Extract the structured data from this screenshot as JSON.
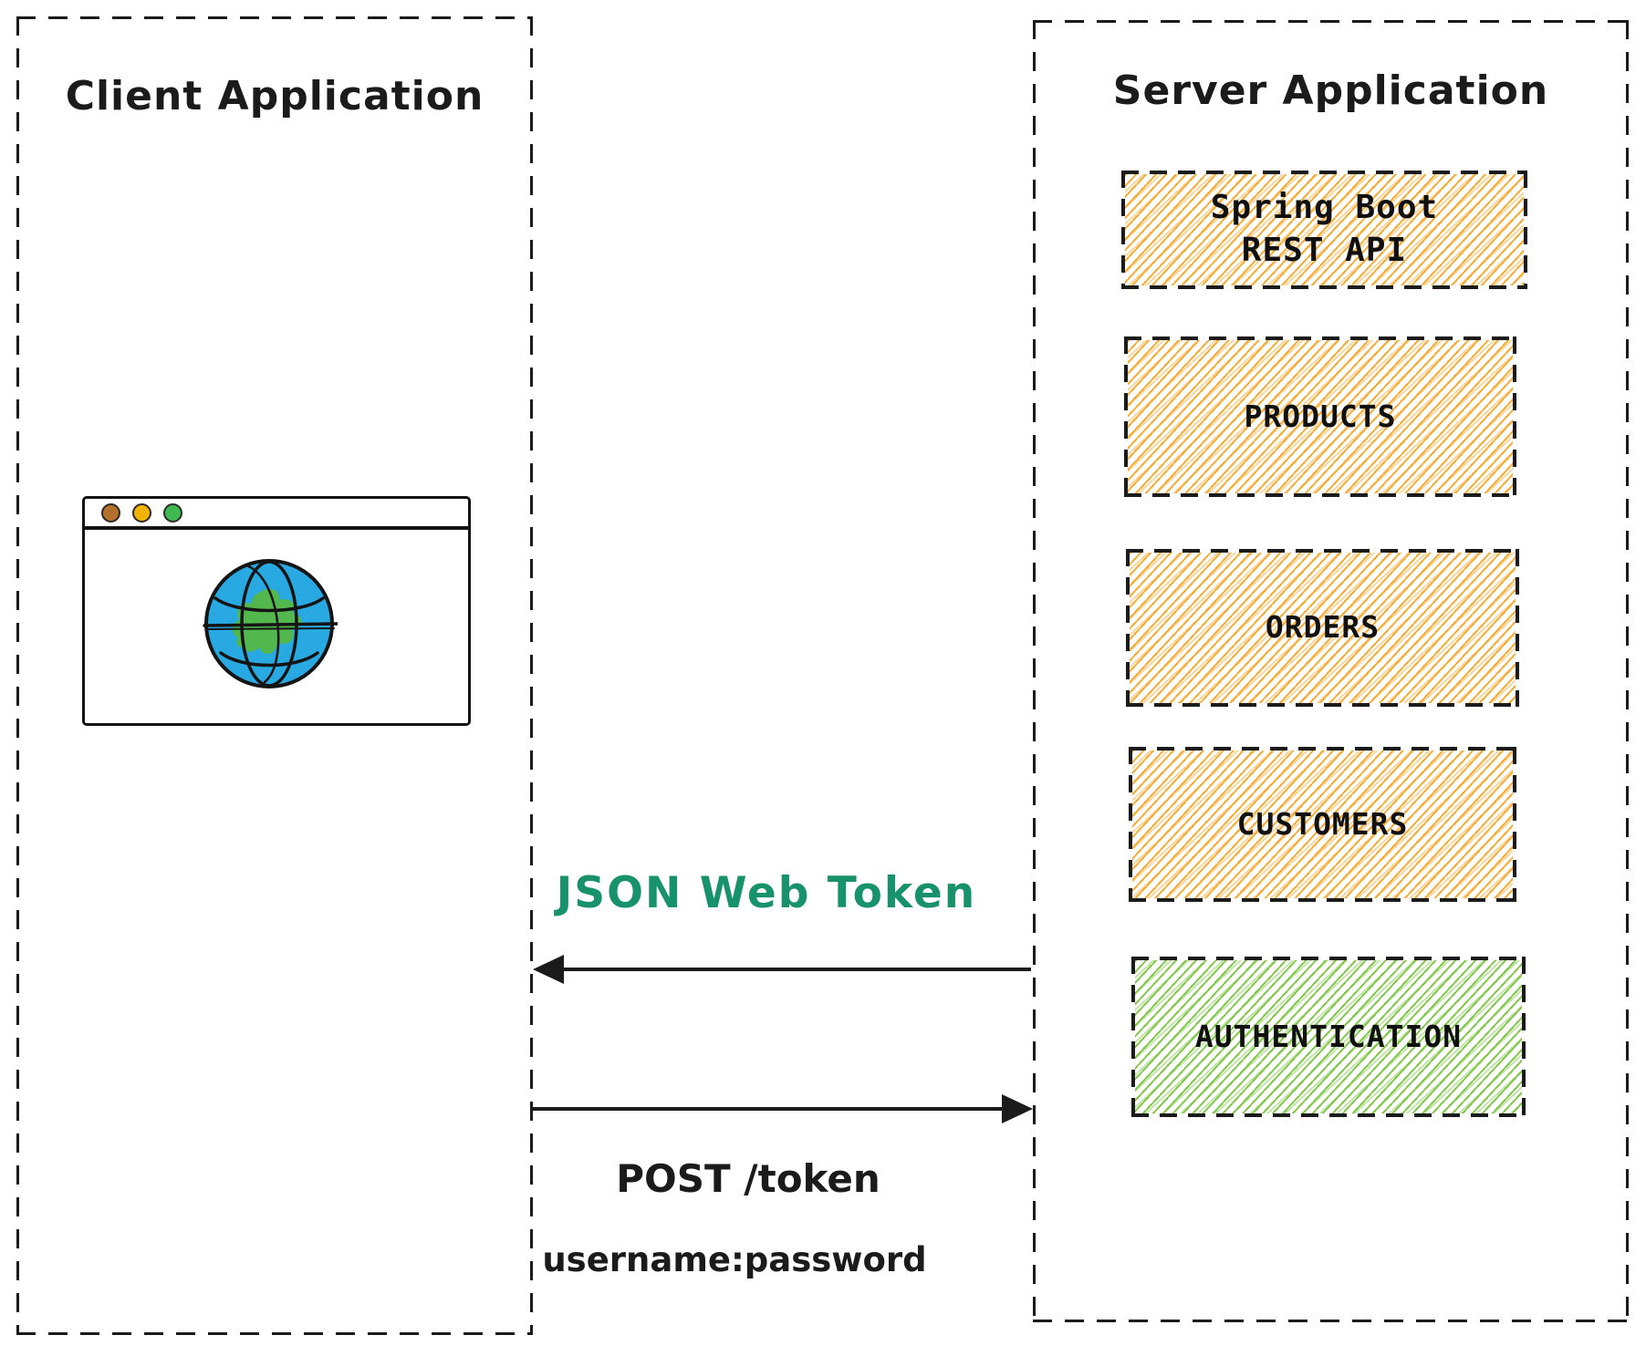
{
  "colors": {
    "ink": "#1b1b1b",
    "hatch-orange": "#f6a72a",
    "hatch-green": "#7cc543",
    "jwt-green": "#17926b",
    "dot-brown": "#b5712b",
    "dot-amber": "#f5b301",
    "dot-green": "#3fb950",
    "globe-ocean": "#29a9e1",
    "globe-land": "#52b84d"
  },
  "client": {
    "title": "Client Application"
  },
  "server": {
    "title": "Server Application",
    "services": [
      {
        "id": "spring-boot-rest-api",
        "label": "Spring Boot\nREST API",
        "fill": "orange"
      },
      {
        "id": "products",
        "label": "PRODUCTS",
        "fill": "orange"
      },
      {
        "id": "orders",
        "label": "ORDERS",
        "fill": "orange"
      },
      {
        "id": "customers",
        "label": "CUSTOMERS",
        "fill": "orange"
      },
      {
        "id": "authentication",
        "label": "AUTHENTICATION",
        "fill": "green"
      }
    ]
  },
  "flows": {
    "response": {
      "label": "JSON Web Token",
      "from": "server",
      "to": "client"
    },
    "request": {
      "label": "POST /token",
      "credentials": "username:password",
      "from": "client",
      "to": "server"
    }
  }
}
